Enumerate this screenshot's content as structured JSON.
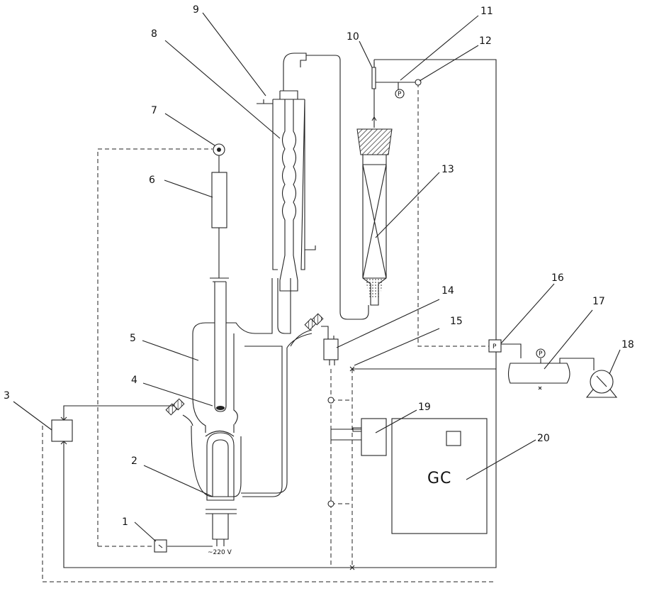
{
  "labels": {
    "n1": "1",
    "n2": "2",
    "n3": "3",
    "n4": "4",
    "n5": "5",
    "n6": "6",
    "n7": "7",
    "n8": "8",
    "n9": "9",
    "n10": "10",
    "n11": "11",
    "n12": "12",
    "n13": "13",
    "n14": "14",
    "n15": "15",
    "n16": "16",
    "n17": "17",
    "n18": "18",
    "n19": "19",
    "n20": "20"
  },
  "text": {
    "gc": "GC",
    "voltage": "~220 V",
    "p": "P"
  }
}
